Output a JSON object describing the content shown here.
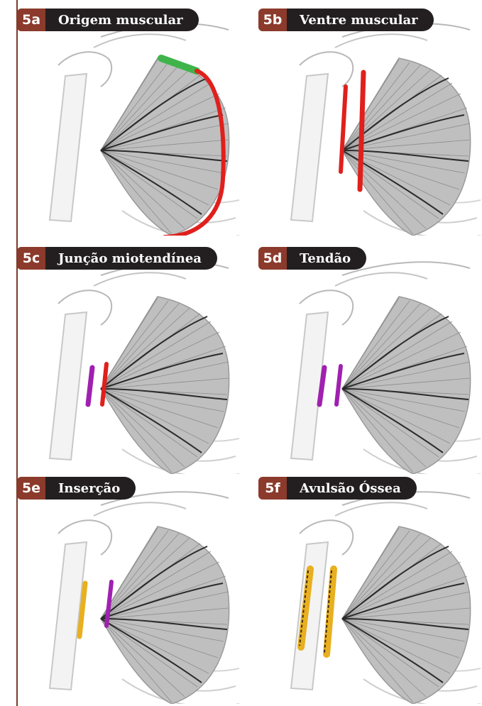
{
  "panels": [
    {
      "id": "5a",
      "title": "Origem muscular"
    },
    {
      "id": "5b",
      "title": "Ventre muscular"
    },
    {
      "id": "5c",
      "title": "Junção miotendínea"
    },
    {
      "id": "5d",
      "title": "Tendão"
    },
    {
      "id": "5e",
      "title": "Inserção"
    },
    {
      "id": "5f",
      "title": "Avulsão Óssea"
    }
  ],
  "colors": {
    "badge": "#8b3a2b",
    "title_bg": "#231f20",
    "origin_green": "#3fb44a",
    "injury_red": "#e0201c",
    "tendon_purple": "#a020b0",
    "bone_yellow": "#e8b020"
  }
}
